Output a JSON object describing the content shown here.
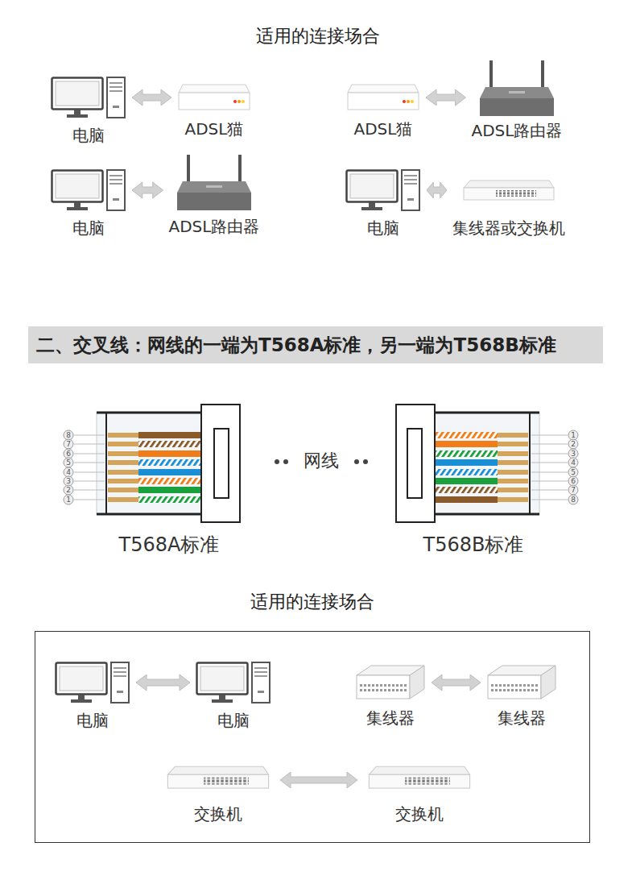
{
  "diagram": {
    "title": "适用的连接场合",
    "nodes": [
      {
        "text": [
          "电脑"
        ]
      },
      {
        "text": [
          "ADSL猫"
        ]
      },
      {
        "text": [
          "ADSL猫"
        ]
      },
      {
        "text": [
          "ADSL路由器"
        ]
      },
      {
        "text": [
          "电脑"
        ]
      },
      {
        "text": [
          "ADSL路由器"
        ]
      },
      {
        "text": [
          "电脑"
        ]
      },
      {
        "text": [
          "集线器或交换机"
        ]
      },
      {
        "text": [
          "二、交叉线：网线的一端为T568A标准，另一端为T568B标准"
        ]
      },
      {
        "text": [
          "适用的连接场合"
        ]
      },
      {
        "text": [
          "电脑"
        ],
        "in": 9
      },
      {
        "text": [
          "电脑"
        ],
        "in": 9
      },
      {
        "text": [
          "集线器"
        ],
        "in": 9
      },
      {
        "text": [
          "集线器"
        ],
        "in": 9
      },
      {
        "text": [
          "交换机"
        ],
        "in": 9
      },
      {
        "text": [
          "交换机"
        ],
        "in": 9
      }
    ],
    "edges": [
      {
        "from": 0,
        "to": 1,
        "arrow": "both"
      },
      {
        "from": 2,
        "to": 3,
        "arrow": "both"
      },
      {
        "from": 4,
        "to": 5,
        "arrow": "both"
      },
      {
        "from": 6,
        "to": 7,
        "arrow": "both"
      },
      {
        "from": 10,
        "to": 11,
        "arrow": "both"
      },
      {
        "from": 12,
        "to": 13,
        "arrow": "both"
      },
      {
        "from": 14,
        "to": 15,
        "arrow": "both"
      }
    ],
    "labels": [
      "8",
      "7",
      "6",
      "5",
      "4",
      "3",
      "2",
      "1",
      "1",
      "2",
      "3",
      "4",
      "5",
      "6",
      "7",
      "8",
      "网线",
      "T568A标准",
      "T568B标准"
    ]
  }
}
